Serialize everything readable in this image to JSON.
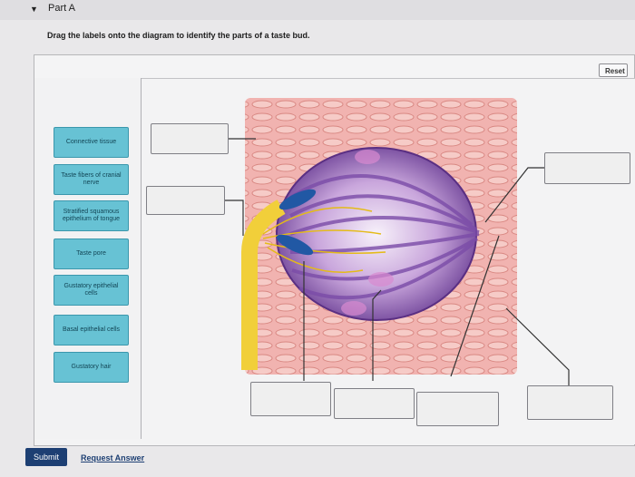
{
  "part": {
    "title": "Part A"
  },
  "instructions": "Drag the labels onto the diagram to identify the parts of a taste bud.",
  "reset_label": "Reset",
  "labels": [
    "Connective tissue",
    "Taste fibers of cranial nerve",
    "Stratified squamous epithelium of tongue",
    "Taste pore",
    "Gustatory epithelial cells",
    "Basal epithelial cells",
    "Gustatory hair"
  ],
  "submit_label": "Submit",
  "request_answer_label": "Request Answer"
}
